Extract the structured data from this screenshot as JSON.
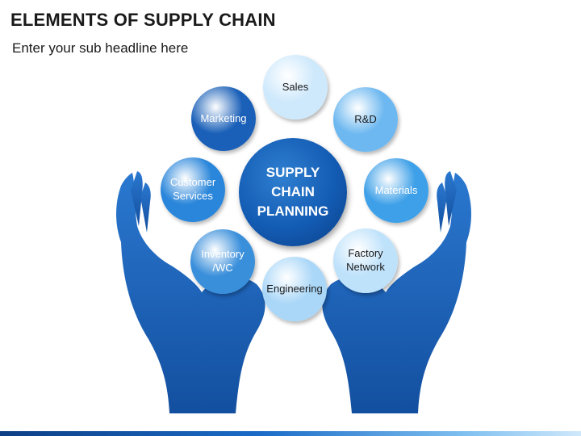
{
  "header": {
    "title": "ELEMENTS OF SUPPLY CHAIN",
    "subtitle": "Enter your sub headline here"
  },
  "diagram": {
    "center": "SUPPLY\nCHAIN\nPLANNING",
    "nodes": [
      {
        "id": "sales",
        "label": "Sales",
        "color": "#cfe9fc",
        "text_color": "#1a1a1a"
      },
      {
        "id": "rd",
        "label": "R&D",
        "color": "#6db8f0",
        "text_color": "#1a1a1a"
      },
      {
        "id": "materials",
        "label": "Materials",
        "color": "#3ea0e8",
        "text_color": "#ffffff"
      },
      {
        "id": "factory",
        "label": "Factory\nNetwork",
        "color": "#bfe2fb",
        "text_color": "#1a1a1a"
      },
      {
        "id": "engineering",
        "label": "Engineering",
        "color": "#aad7f8",
        "text_color": "#1a1a1a"
      },
      {
        "id": "inventory",
        "label": "Inventory\n/WC",
        "color": "#3a8fdb",
        "text_color": "#ffffff"
      },
      {
        "id": "customer",
        "label": "Customer\nServices",
        "color": "#2a86da",
        "text_color": "#ffffff"
      },
      {
        "id": "marketing",
        "label": "Marketing",
        "color": "#1a60b8",
        "text_color": "#ffffff"
      }
    ],
    "hands_color": "#1f67c0"
  }
}
